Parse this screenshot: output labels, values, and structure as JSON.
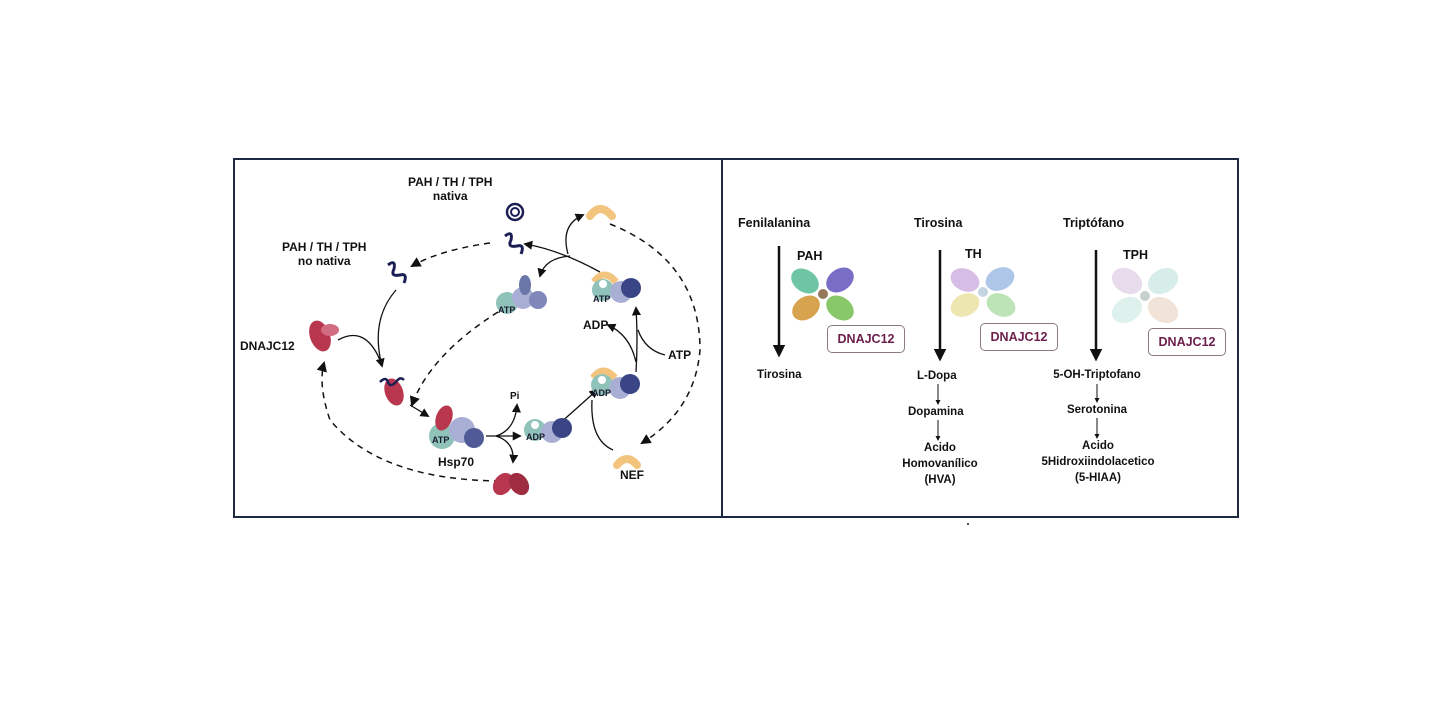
{
  "left_panel": {
    "native_label": [
      "PAH / TH / TPH",
      "nativa"
    ],
    "non_native_label": [
      "PAH / TH / TPH",
      "no nativa"
    ],
    "dnajc12_label": "DNAJC12",
    "hsp70_label": "Hsp70",
    "pi_label": "Pi",
    "adp_label": "ADP",
    "atp_label": "ATP",
    "nef_label": "NEF",
    "hsp70_atp_tag": "ATP",
    "hsp70_adp_tag": "ADP",
    "colors": {
      "dnajc12": "#b8374f",
      "nef": "#f2c47e",
      "hsp70_nbd": "#8fc3b9",
      "hsp70_sbd": "#7f88b8",
      "substrate": "#1c1f55"
    }
  },
  "right_panel": {
    "pathways": [
      {
        "substrate": "Fenilalanina",
        "enzyme": "PAH",
        "cochaperone": "DNAJC12",
        "products": [
          "Tirosina"
        ]
      },
      {
        "substrate": "Tirosina",
        "enzyme": "TH",
        "cochaperone": "DNAJC12",
        "products": [
          "L-Dopa",
          "Dopamina",
          "Acido Homovanílico (HVA)"
        ],
        "product_lines": [
          [
            "L-Dopa"
          ],
          [
            "Dopamina"
          ],
          [
            "Acido",
            "Homovanílico",
            "(HVA)"
          ]
        ]
      },
      {
        "substrate": "Triptófano",
        "enzyme": "TPH",
        "cochaperone": "DNAJC12",
        "products": [
          "5-OH-Triptofano",
          "Serotonina",
          "Acido 5Hidroxiindolacetico (5-HIAA)"
        ],
        "product_lines": [
          [
            "5-OH-Triptofano"
          ],
          [
            "Serotonina"
          ],
          [
            "Acido",
            "5Hidroxiindolacetico",
            "(5-HIAA)"
          ]
        ]
      }
    ],
    "box_text_color": "#6b1f4a"
  }
}
